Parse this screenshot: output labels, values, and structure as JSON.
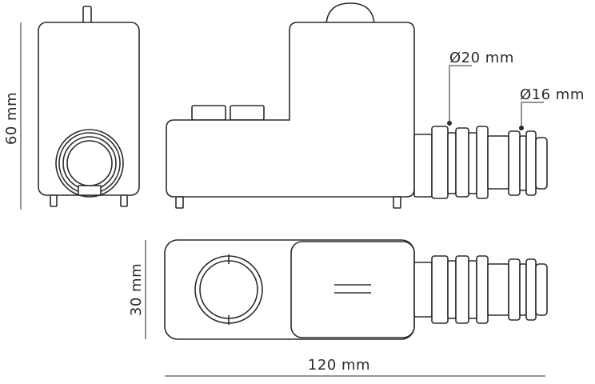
{
  "dimensions": {
    "height": "60 mm",
    "depth": "30 mm",
    "length": "120 mm",
    "outer_diameter": "Ø20 mm",
    "inner_diameter": "Ø16 mm"
  },
  "colors": {
    "line": "#2b2b2b",
    "background": "#ffffff"
  }
}
